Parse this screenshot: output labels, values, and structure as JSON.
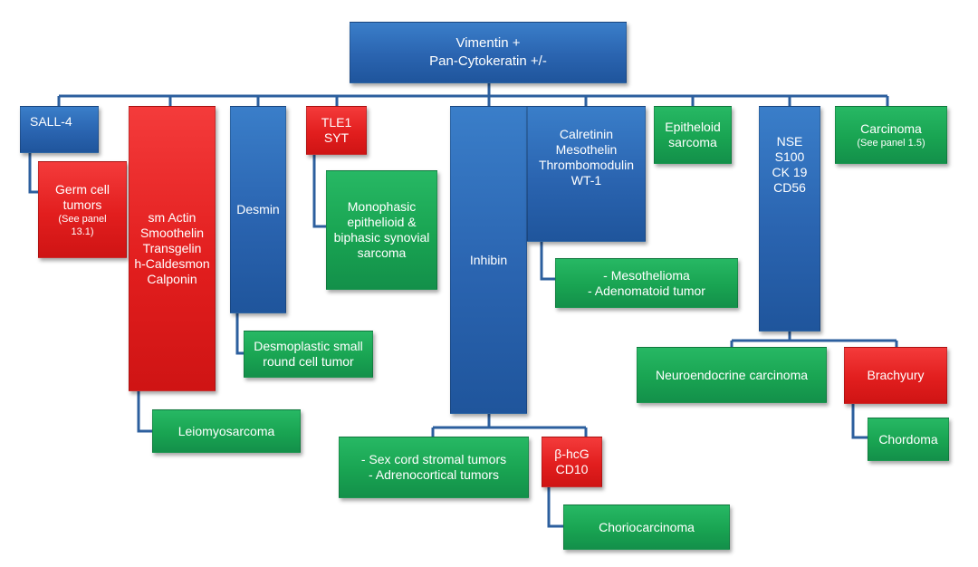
{
  "nodes": {
    "root": [
      "Vimentin +",
      "Pan-Cytokeratin +/-"
    ],
    "sall4": [
      "SALL-4"
    ],
    "germ_cell": [
      "Germ cell",
      "tumors"
    ],
    "germ_cell_note": [
      "(See panel",
      "13.1)"
    ],
    "sm_actin": [
      "sm Actin",
      "Smoothelin",
      "Transgelin",
      "h-Caldesmon",
      "Calponin"
    ],
    "leiomyosarcoma": [
      "Leiomyosarcoma"
    ],
    "desmin": [
      "Desmin"
    ],
    "desmoplastic": [
      "Desmoplastic small",
      "round cell tumor"
    ],
    "tle1": [
      "TLE1",
      "SYT"
    ],
    "synovial": [
      "Monophasic",
      "epithelioid &",
      "biphasic synovial",
      "sarcoma"
    ],
    "inhibin": [
      "Inhibin"
    ],
    "sex_cord": [
      "- Sex cord stromal tumors",
      "- Adrenocortical tumors"
    ],
    "bhcg": [
      "β-hcG",
      "CD10"
    ],
    "choriocarcinoma": [
      "Choriocarcinoma"
    ],
    "calretinin": [
      "Calretinin",
      "Mesothelin",
      "Thrombomodulin",
      "WT-1"
    ],
    "mesothelioma": [
      "- Mesothelioma",
      "- Adenomatoid tumor"
    ],
    "epitheloid": [
      "Epitheloid",
      "sarcoma"
    ],
    "nse": [
      "NSE",
      "S100",
      "CK 19",
      "CD56"
    ],
    "neuroendocrine": [
      "Neuroendocrine carcinoma"
    ],
    "brachyury": [
      "Brachyury"
    ],
    "chordoma": [
      "Chordoma"
    ],
    "carcinoma": [
      "Carcinoma"
    ],
    "carcinoma_note": [
      "(See panel 1.5)"
    ]
  },
  "colors": {
    "blue": "#2a64b0",
    "red": "#e21e1e",
    "green": "#19a452",
    "connector": "#2c5f9e"
  }
}
